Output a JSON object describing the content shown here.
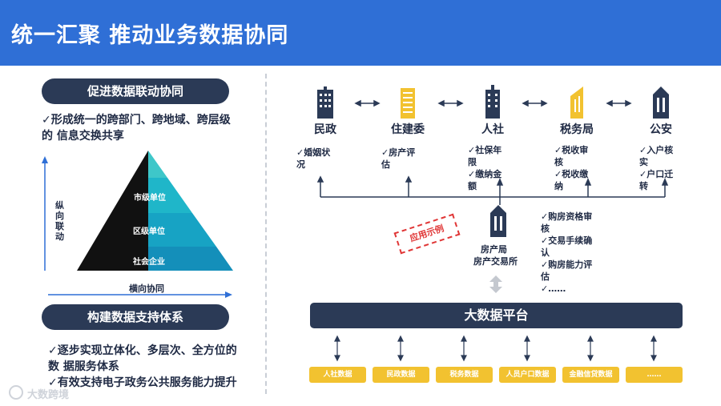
{
  "header": {
    "title": "统一汇聚 推动业务数据协同"
  },
  "left": {
    "section1": {
      "title": "促进数据联动协同",
      "bullet_line1": "✓形成统一的跨部门、跨地域、跨层级",
      "bullet_line2": "的 信息交换共享"
    },
    "pyramid": {
      "levels": [
        "市级单位",
        "区级单位",
        "社会企业"
      ],
      "vertical_label": "纵向联动",
      "horizontal_label": "横向协同"
    },
    "section2": {
      "title": "构建数据支持体系",
      "bullet1_line1": "✓逐步实现立体化、多层次、全方位的",
      "bullet1_line2": "数 据服务体系",
      "bullet2": "✓有效支持电子政务公共服务能力提升"
    }
  },
  "agencies": [
    {
      "name": "民政",
      "icon": "building-icon",
      "items": [
        "✓婚姻状",
        "况"
      ]
    },
    {
      "name": "住建委",
      "icon": "building-icon",
      "items": [
        "✓房产评",
        "估"
      ]
    },
    {
      "name": "人社",
      "icon": "building-icon",
      "items": [
        "✓社保年",
        "限",
        "✓缴纳金",
        "额"
      ]
    },
    {
      "name": "税务局",
      "icon": "building-icon",
      "items": [
        "✓税收审",
        "核",
        "✓税收缴",
        "纳"
      ]
    },
    {
      "name": "公安",
      "icon": "building-icon",
      "items": [
        "✓入户核",
        "实",
        "✓户口迁",
        "转"
      ]
    }
  ],
  "center": {
    "stamp": "应用示例",
    "bureau_line1": "房产局",
    "bureau_line2": "房产交易所",
    "checks": [
      "✓购房资格审",
      "核",
      "✓交易手续确",
      "认",
      "✓购房能力评",
      "估",
      "✓……"
    ]
  },
  "platform": {
    "label": "大数据平台"
  },
  "data_boxes": [
    "人社数据",
    "民政数据",
    "税务数据",
    "人员户口数据",
    "金融信贷数据",
    "……"
  ],
  "watermark": "大数跨境",
  "colors": {
    "header": "#2f6fd6",
    "navy": "#2b3a56",
    "yellow": "#f2c230",
    "teal": "#1fb6c9",
    "red": "#e03636"
  }
}
